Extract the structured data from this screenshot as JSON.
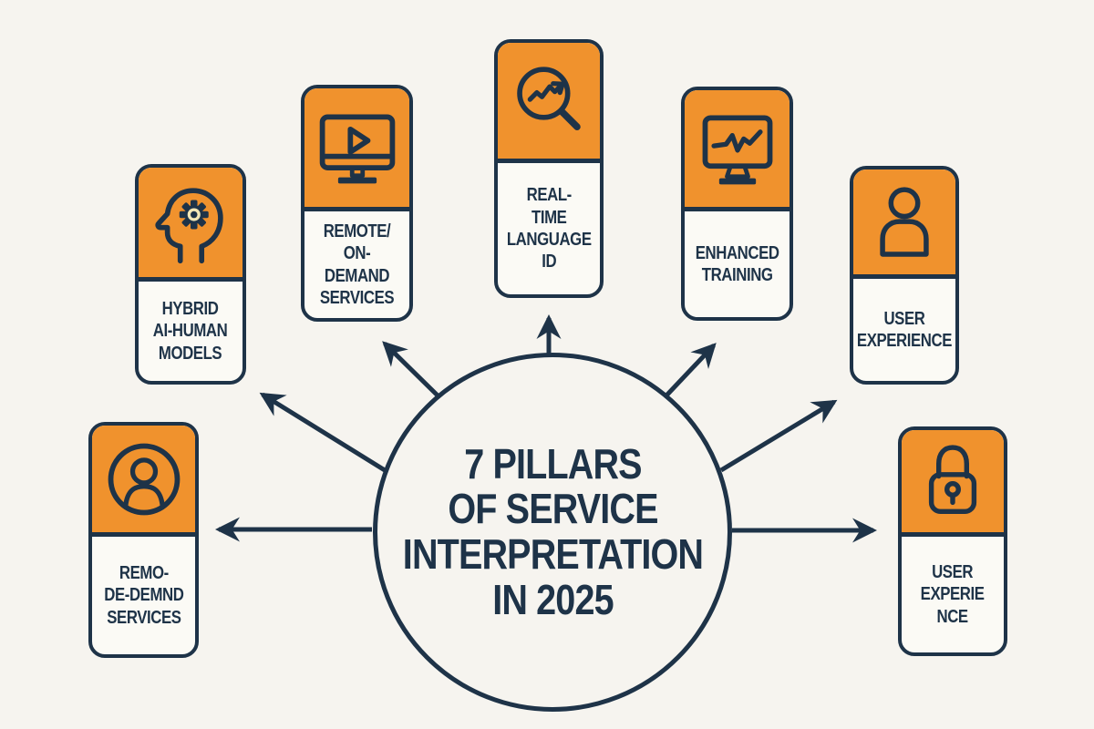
{
  "colors": {
    "accent_orange": "#f0922d",
    "navy": "#1e3348",
    "background": "#f6f4ef",
    "card_background": "#fbfaf5"
  },
  "center": {
    "title": "7 PILLARS\nOF SERVICE\nINTERPRETATION\nIN 2025"
  },
  "cards": [
    {
      "name": "hybrid-ai-human-models",
      "label": "HYBRID\nAI-HUMAN\nMODELS",
      "icon": "head-gear-icon"
    },
    {
      "name": "remote-on-demand-services",
      "label": "REMOTE/\nON-DEMAND\nSERVICES",
      "icon": "monitor-play-icon"
    },
    {
      "name": "real-time-language-id",
      "label": "REAL-\nTIME\nLANGUAGE\nID",
      "icon": "magnifier-trend-icon"
    },
    {
      "name": "enhanced-training",
      "label": "ENHANCED\nTRAINING",
      "icon": "monitor-pulse-icon"
    },
    {
      "name": "user-experience",
      "label": "USER\nEXPERIENCE",
      "icon": "person-icon"
    },
    {
      "name": "remo-de-demnd-services",
      "label": "REMO-\nDE-DEMND\nSERVICES",
      "icon": "person-circle-icon"
    },
    {
      "name": "user-experie-nce",
      "label": "USER\nEXPERIE\nNCE",
      "icon": "padlock-icon"
    }
  ]
}
